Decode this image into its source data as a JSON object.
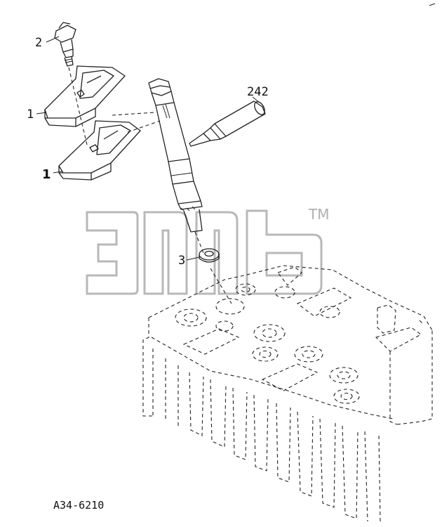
{
  "callouts": {
    "part_2": "2",
    "part_1_upper": "1",
    "part_1_lower": "1",
    "part_242": "242",
    "part_3": "3"
  },
  "figure_code": "A34-6210",
  "watermark": {
    "trademark": "TM"
  }
}
